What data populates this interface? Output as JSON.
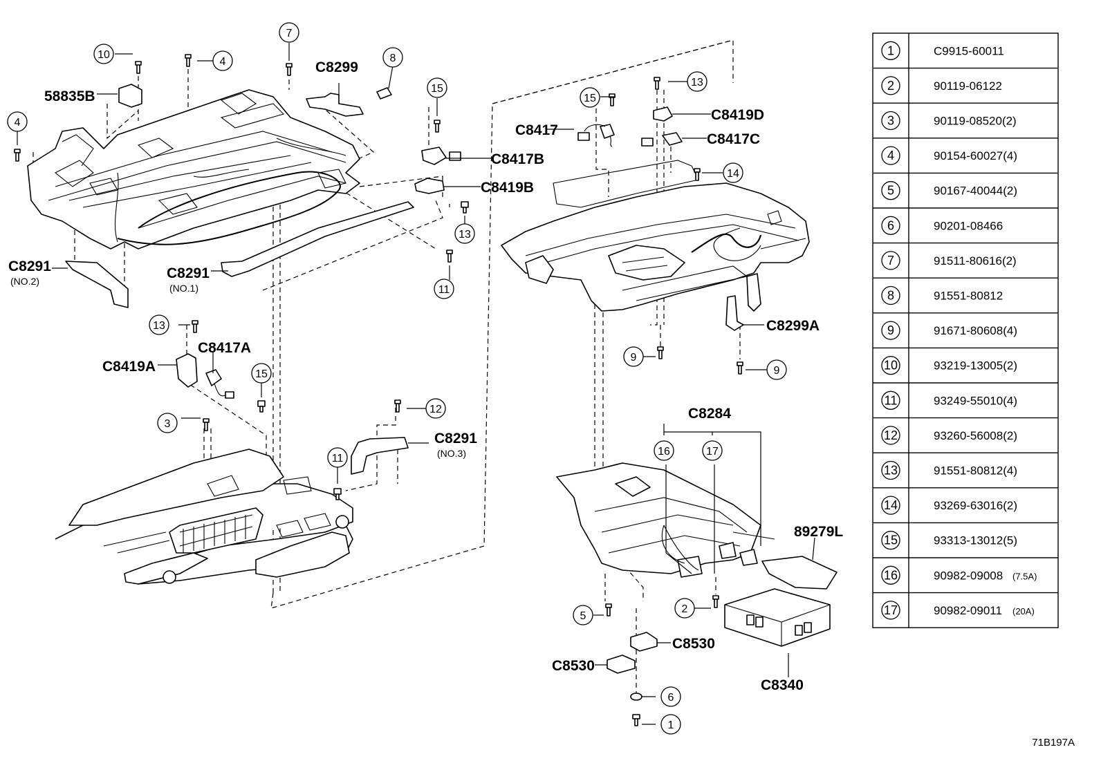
{
  "figure_code": "71B197A",
  "callouts": [
    {
      "label": "C8299"
    },
    {
      "label": "58835B"
    },
    {
      "label": "C8291",
      "sub": "(NO.2)"
    },
    {
      "label": "C8291",
      "sub": "(NO.1)"
    },
    {
      "label": "C8417B"
    },
    {
      "label": "C8419B"
    },
    {
      "label": "C8417"
    },
    {
      "label": "C8419D"
    },
    {
      "label": "C8417C"
    },
    {
      "label": "C8299A"
    },
    {
      "label": "C8419A"
    },
    {
      "label": "C8417A"
    },
    {
      "label": "C8291",
      "sub": "(NO.3)"
    },
    {
      "label": "C8284"
    },
    {
      "label": "89279L"
    },
    {
      "label": "C8530"
    },
    {
      "label": "C8530"
    },
    {
      "label": "C8340"
    }
  ],
  "ref_markers": [
    "10",
    "4",
    "4",
    "7",
    "8",
    "15",
    "13",
    "11",
    "15",
    "13",
    "14",
    "9",
    "9",
    "13",
    "15",
    "3",
    "12",
    "11",
    "16",
    "17",
    "5",
    "2",
    "6",
    "1"
  ],
  "parts_table": [
    {
      "no": "1",
      "part": "C9915-60011",
      "suffix": ""
    },
    {
      "no": "2",
      "part": "90119-06122",
      "suffix": ""
    },
    {
      "no": "3",
      "part": "90119-08520(2)",
      "suffix": ""
    },
    {
      "no": "4",
      "part": "90154-60027(4)",
      "suffix": ""
    },
    {
      "no": "5",
      "part": "90167-40044(2)",
      "suffix": ""
    },
    {
      "no": "6",
      "part": "90201-08466",
      "suffix": ""
    },
    {
      "no": "7",
      "part": "91511-80616(2)",
      "suffix": ""
    },
    {
      "no": "8",
      "part": "91551-80812",
      "suffix": ""
    },
    {
      "no": "9",
      "part": "91671-80608(4)",
      "suffix": ""
    },
    {
      "no": "10",
      "part": "93219-13005(2)",
      "suffix": ""
    },
    {
      "no": "11",
      "part": "93249-55010(4)",
      "suffix": ""
    },
    {
      "no": "12",
      "part": "93260-56008(2)",
      "suffix": ""
    },
    {
      "no": "13",
      "part": "91551-80812(4)",
      "suffix": ""
    },
    {
      "no": "14",
      "part": "93269-63016(2)",
      "suffix": ""
    },
    {
      "no": "15",
      "part": "93313-13012(5)",
      "suffix": ""
    },
    {
      "no": "16",
      "part": "90982-09008",
      "suffix": "(7.5A)"
    },
    {
      "no": "17",
      "part": "90982-09011",
      "suffix": "(20A)"
    }
  ]
}
